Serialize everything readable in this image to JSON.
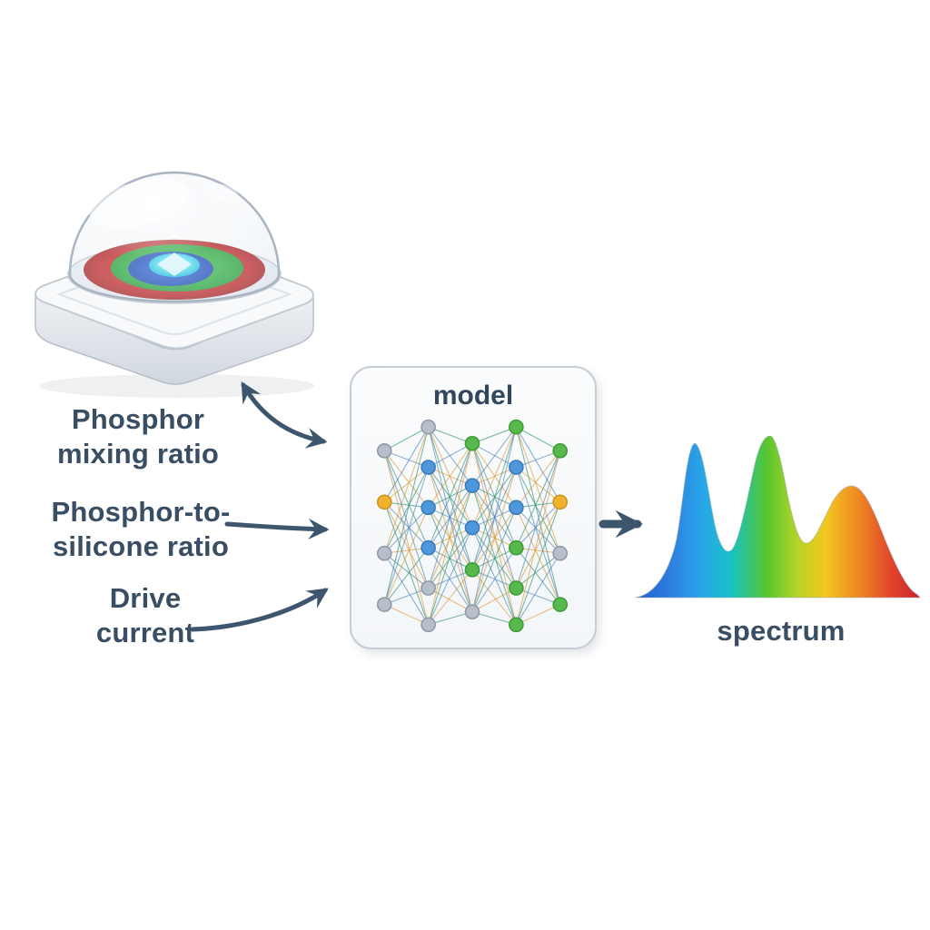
{
  "diagram": {
    "inputs": [
      {
        "line1": "Phosphor",
        "line2": "mixing ratio"
      },
      {
        "line1": "Phosphor-to-",
        "line2": "silicone ratio"
      },
      {
        "line1": "Drive",
        "line2": "current"
      }
    ],
    "model_label": "model",
    "output_label": "spectrum"
  },
  "colors": {
    "label_text": "#3a4e63",
    "arrow": "#3d566e",
    "model_box_border": "#c6cdd5",
    "model_box_fill": "#f6f8fa",
    "node_grey": "#b6bfca",
    "node_blue": "#4f97dd",
    "node_green": "#57b94c",
    "node_yellow": "#f2b12d",
    "edge_teal": "#2c8c6e",
    "edge_blue": "#4a7fb5",
    "edge_orange": "#d9982f",
    "spectrum_gradient": [
      "#1e5fd0",
      "#27a7e8",
      "#19c2c4",
      "#55c531",
      "#b5d426",
      "#f2c71f",
      "#f08a24",
      "#cf2b2b"
    ]
  }
}
